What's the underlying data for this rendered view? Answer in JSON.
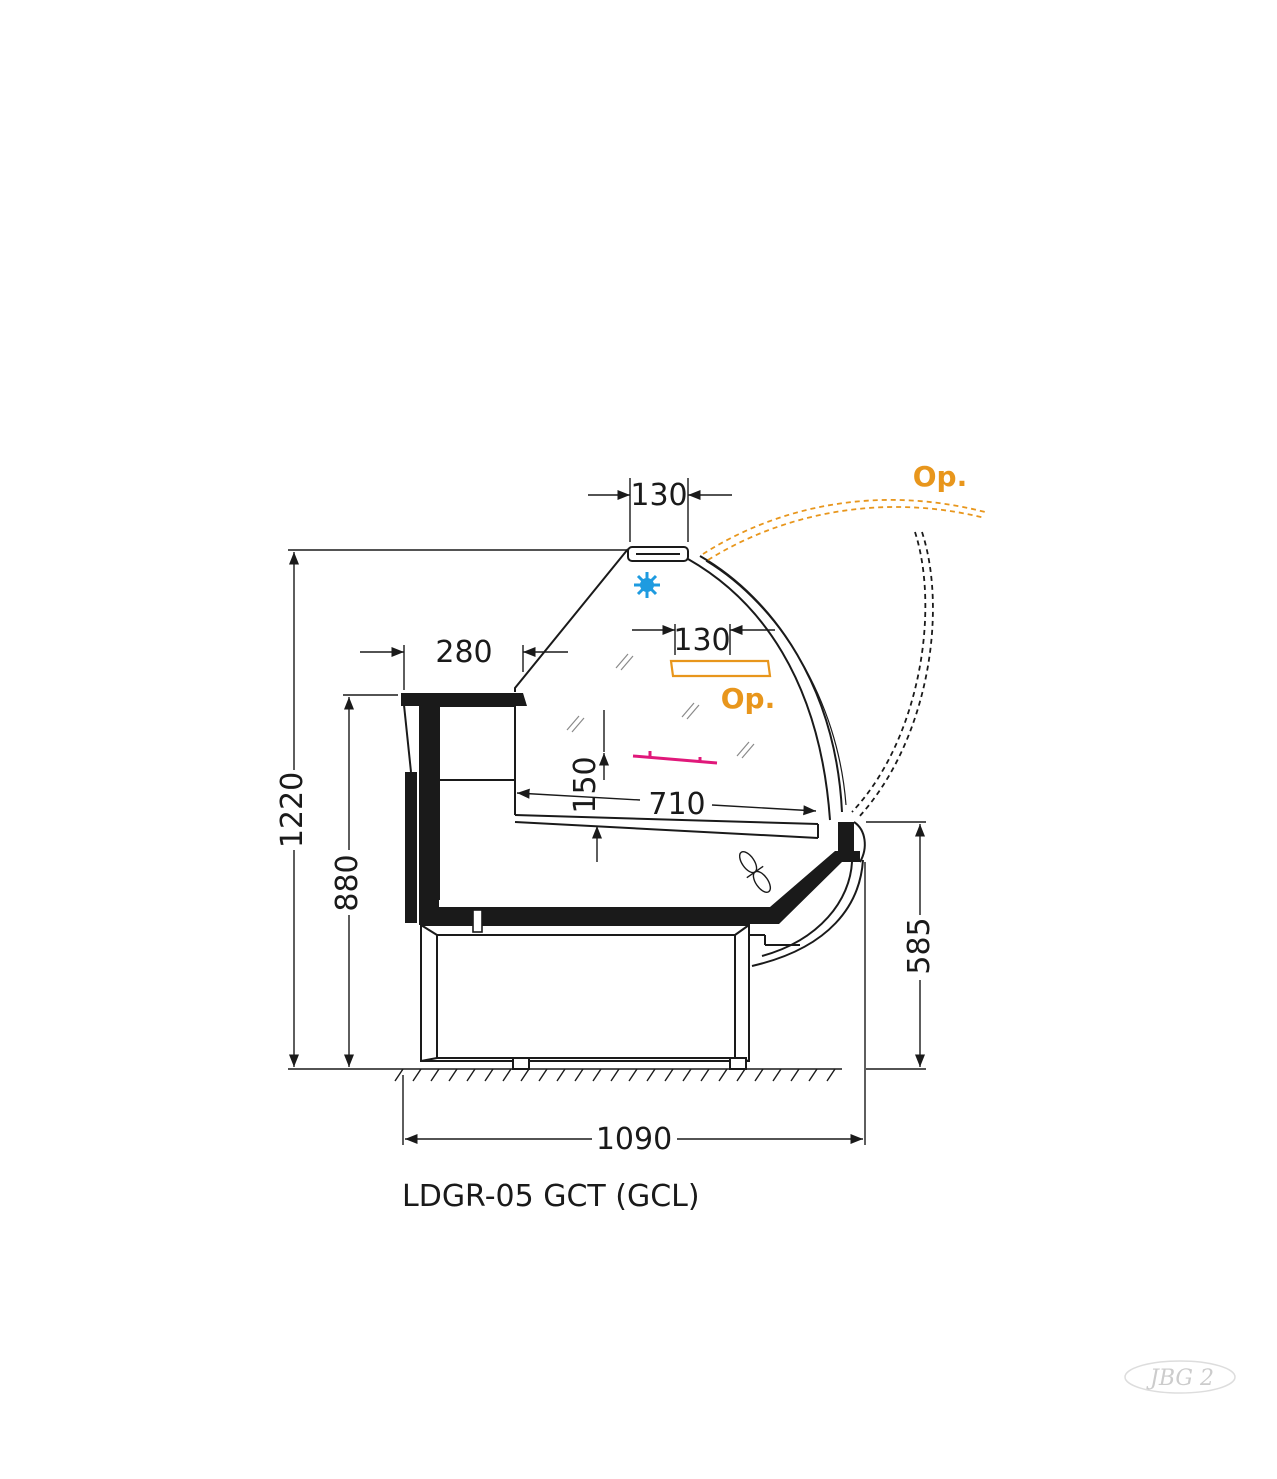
{
  "dimensions": {
    "top_lamp_width": "130",
    "front_shelf_depth": "130",
    "work_top_depth": "280",
    "total_height": "1220",
    "counter_height": "880",
    "front_height": "585",
    "total_depth": "1090",
    "display_depth": "710",
    "step_height": "150"
  },
  "options": {
    "front_glass_option": "Op.",
    "shelf_option": "Op."
  },
  "model_name": "LDGR-05 GCT (GCL)",
  "logo_text": "JBG 2",
  "colors": {
    "outline": "#1a1a1a",
    "option": "#e8961c",
    "cooling": "#1e9be0",
    "led_strip": "#e0187a"
  },
  "icons": {
    "cooling": "snowflake-icon",
    "fan": "fan-icon"
  }
}
